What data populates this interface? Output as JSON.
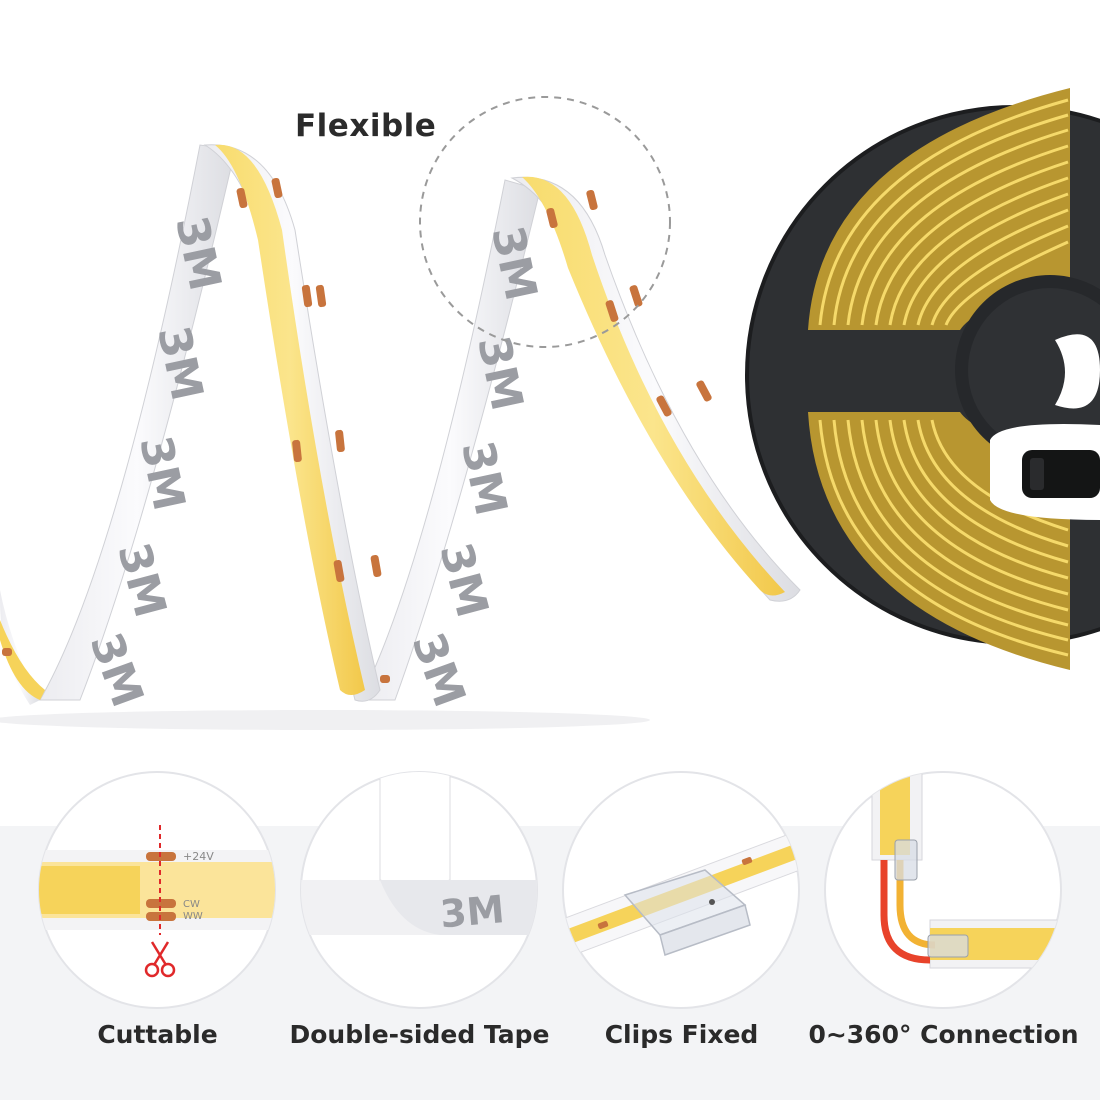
{
  "hero": {
    "title": "Flexible"
  },
  "features": [
    {
      "label": "Cuttable",
      "icon": "scissors-icon"
    },
    {
      "label": "Double-sided Tape",
      "icon": "tape-icon"
    },
    {
      "label": "Clips Fixed",
      "icon": "clip-icon"
    },
    {
      "label": "0~360° Connection",
      "icon": "connector-icon"
    }
  ],
  "strip_markings": {
    "positive": "+24V",
    "cw": "CW",
    "ww": "WW",
    "tape_brand": "3M"
  },
  "colors": {
    "led_yellow": "#f6d35a",
    "pad_copper": "#c8743d",
    "reel_black": "#2e3033",
    "cut_line_red": "#e0282a",
    "wire_red": "#e8432b",
    "wire_yellow": "#f2b233"
  }
}
